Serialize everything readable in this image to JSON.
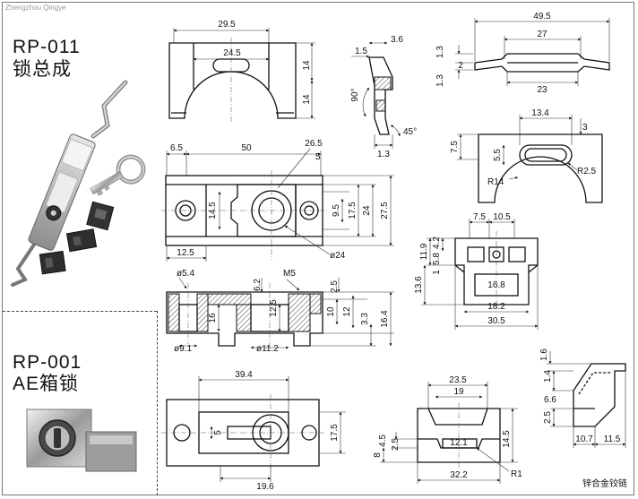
{
  "header": {
    "caption": "Zhengzhou Qingye"
  },
  "products": {
    "rp011": {
      "code": "RP-011",
      "name": "锁总成"
    },
    "rp001": {
      "code": "RP-001",
      "name": "AE箱锁"
    }
  },
  "footnote": "锌合金铰链",
  "dims": {
    "v1": [
      "29.5",
      "24.5",
      "14",
      "14"
    ],
    "v2": [
      "3.6",
      "1.5",
      "90°",
      "45°",
      "1.3"
    ],
    "v3": [
      "49.5",
      "27",
      "1.3",
      "1.3",
      "2",
      "23"
    ],
    "v4": [
      "6.5",
      "50",
      "26.5",
      "5",
      "14.5",
      "9.5",
      "17.5",
      "24",
      "27.5",
      "12.5",
      "ø24"
    ],
    "v5": [
      "13.4",
      "3",
      "7.5",
      "5.5",
      "R2.5",
      "R14"
    ],
    "v6": [
      "7.5",
      "10.5",
      "11.9",
      "5.8",
      "4.2",
      "13.6",
      "1",
      "16.8",
      "18.2",
      "30.5"
    ],
    "v7": [
      "ø5.4",
      "6.2",
      "M5",
      "2.5",
      "16",
      "12.5",
      "10",
      "12",
      "3.3",
      "16.4",
      "ø9.1",
      "ø11.2"
    ],
    "v8": [
      "39.4",
      "5",
      "17.5",
      "19.6"
    ],
    "v9": [
      "23.5",
      "19",
      "12.1",
      "4.5",
      "2.5",
      "8",
      "14.5",
      "32.2",
      "R1"
    ],
    "v10": [
      "1.6",
      "1.4",
      "6.6",
      "2.5",
      "10.7",
      "11.5"
    ]
  }
}
